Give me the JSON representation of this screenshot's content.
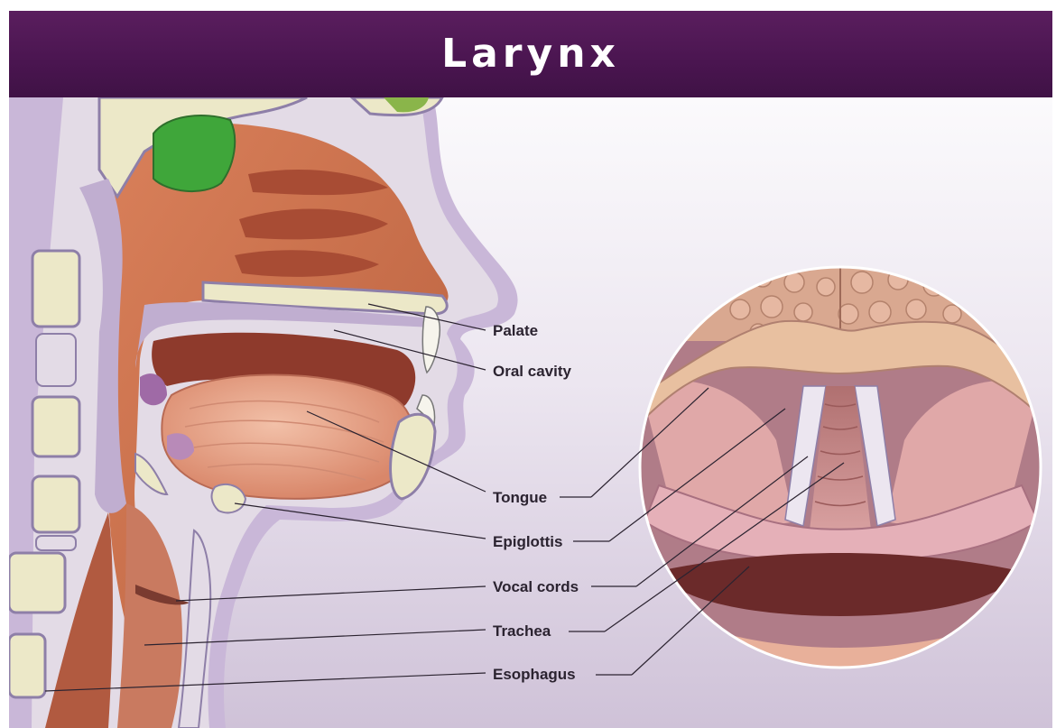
{
  "title": "Larynx",
  "labels": {
    "palate": "Palate",
    "oral_cavity": "Oral cavity",
    "tongue": "Tongue",
    "epiglottis": "Epiglottis",
    "vocal_cords": "Vocal cords",
    "trachea": "Trachea",
    "esophagus": "Esophagus"
  },
  "colors": {
    "banner": "#4a1550",
    "bone": "#ece8c8",
    "tissue": "#c8704c",
    "tongue": "#e8a890",
    "sinus": "#3fa63a",
    "purple_tissue": "#c0aed0"
  }
}
